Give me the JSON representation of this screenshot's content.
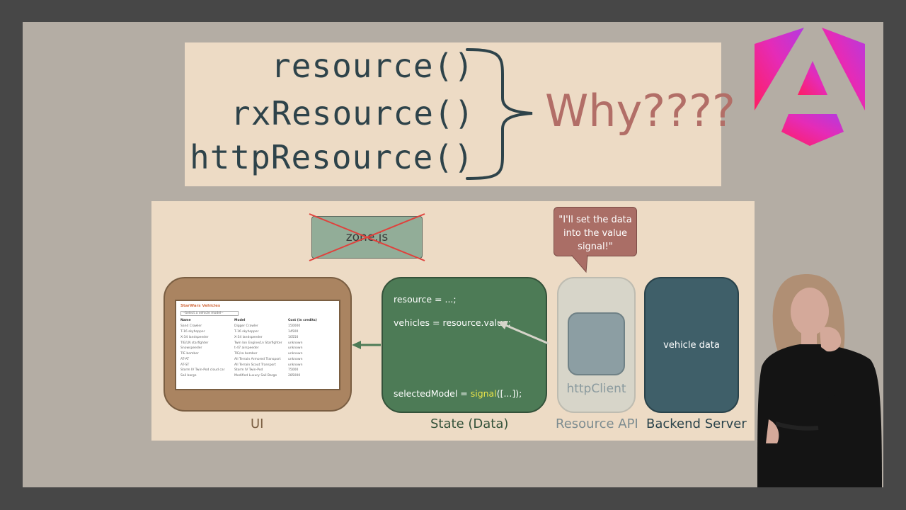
{
  "title_lines": [
    "resource()",
    "rxResource()",
    "httpResource()"
  ],
  "why_text": "Why????",
  "zone_label": "zone.js",
  "callout_text": "\"I'll set the data into the value signal!\"",
  "ui_panel": {
    "title": "StarWars Vehicles",
    "select_placeholder": "--Select a vehicle model--",
    "columns": [
      "Name",
      "Model",
      "Cost (in credits)"
    ],
    "rows": [
      [
        "Sand Crawler",
        "Digger Crawler",
        "150000"
      ],
      [
        "T-16 skyhopper",
        "T-16 skyhopper",
        "14500"
      ],
      [
        "X-34 landspeeder",
        "X-34 landspeeder",
        "10550"
      ],
      [
        "TIE/LN starfighter",
        "Twin Ion Engine/Ln Starfighter",
        "unknown"
      ],
      [
        "Snowspeeder",
        "t-47 airspeeder",
        "unknown"
      ],
      [
        "TIE bomber",
        "TIE/sa bomber",
        "unknown"
      ],
      [
        "AT-AT",
        "All Terrain Armored Transport",
        "unknown"
      ],
      [
        "AT-ST",
        "All Terrain Scout Transport",
        "unknown"
      ],
      [
        "Storm IV Twin-Pod cloud car",
        "Storm IV Twin-Pod",
        "75000"
      ],
      [
        "Sail barge",
        "Modified Luxury Sail Barge",
        "285000"
      ]
    ]
  },
  "state_code": {
    "line1": "resource = ...;",
    "line2": "vehicles = resource.value;",
    "line3_prefix": "selectedModel = ",
    "line3_signal": "signal",
    "line3_suffix": "([...]);"
  },
  "http_client_label": "httpClient",
  "backend_text": "vehicle data",
  "captions": {
    "ui": "UI",
    "state": "State (Data)",
    "resource_api": "Resource API",
    "backend": "Backend Server"
  },
  "colors": {
    "slide_bg": "#b4ada4",
    "panel_bg": "#eddbc5",
    "mono_text": "#2e434a",
    "why": "#b26e67",
    "ui_box": "#aa8461",
    "state_box": "#4d7b56",
    "backend_box": "#3f5f69",
    "cross": "#e0413c",
    "signal_highlight": "#e9e34a"
  },
  "icons": [
    "angular-logo",
    "curly-brace",
    "cross-out",
    "arrow-left",
    "arrow-pointer",
    "presenter-photo"
  ]
}
